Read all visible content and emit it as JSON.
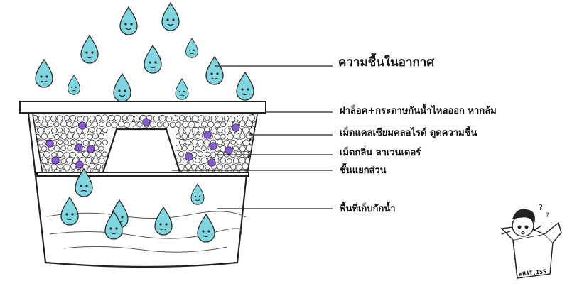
{
  "labels": {
    "humidity": "ความชื้นในอากาศ",
    "lid": "ฝาล็อค+กระดาษกันน้ำไหลออก หากล้ม",
    "calcium": "เม็ดแคลเซียมคลอไรด์  ดูดความชื้น",
    "scent": "เม็ดกลิ่น  ลาเวนเดอร์",
    "divider": "ชั้นแยกส่วน",
    "storage": "พื้นที่เก็บกักน้ำ"
  },
  "badge": {
    "text": "WHAT.ISS"
  },
  "colors": {
    "droplet": "#7fd6e0",
    "droplet_outline": "#2c2c2c",
    "granule_white": "#ffffff",
    "granule_purple": "#8a5ad0",
    "line": "#222222"
  },
  "icons": [
    "water-droplet-icon",
    "calcium-granule-icon",
    "lavender-bead-icon",
    "curious-kid-mascot-icon"
  ]
}
